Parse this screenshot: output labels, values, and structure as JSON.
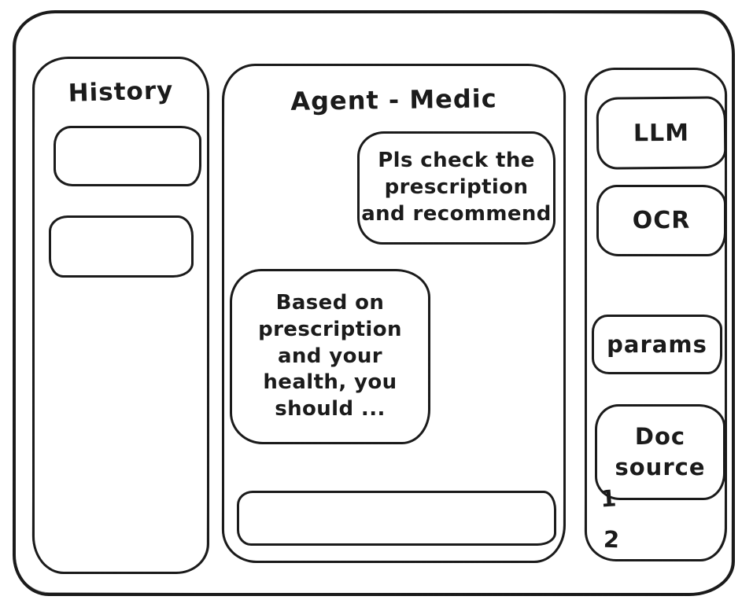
{
  "canvas": {
    "stroke_color": "#1b1b1b",
    "background_color": "#ffffff"
  },
  "history_panel": {
    "title": "History",
    "items": [
      {
        "label": ""
      },
      {
        "label": ""
      }
    ]
  },
  "chat_panel": {
    "title": "Agent - Medic",
    "messages": [
      {
        "role": "user",
        "text": "Pls check the\nprescription\nand recommend"
      },
      {
        "role": "assistant",
        "text": "Based on\nprescription\nand your\nhealth, you\nshould ..."
      }
    ],
    "input": {
      "value": "",
      "placeholder": ""
    }
  },
  "tools_panel": {
    "llm_button": "LLM",
    "ocr_button": "OCR",
    "params_button": "params",
    "doc_source_button": "Doc\nsource",
    "doc_source_items": [
      "1",
      "2"
    ]
  }
}
